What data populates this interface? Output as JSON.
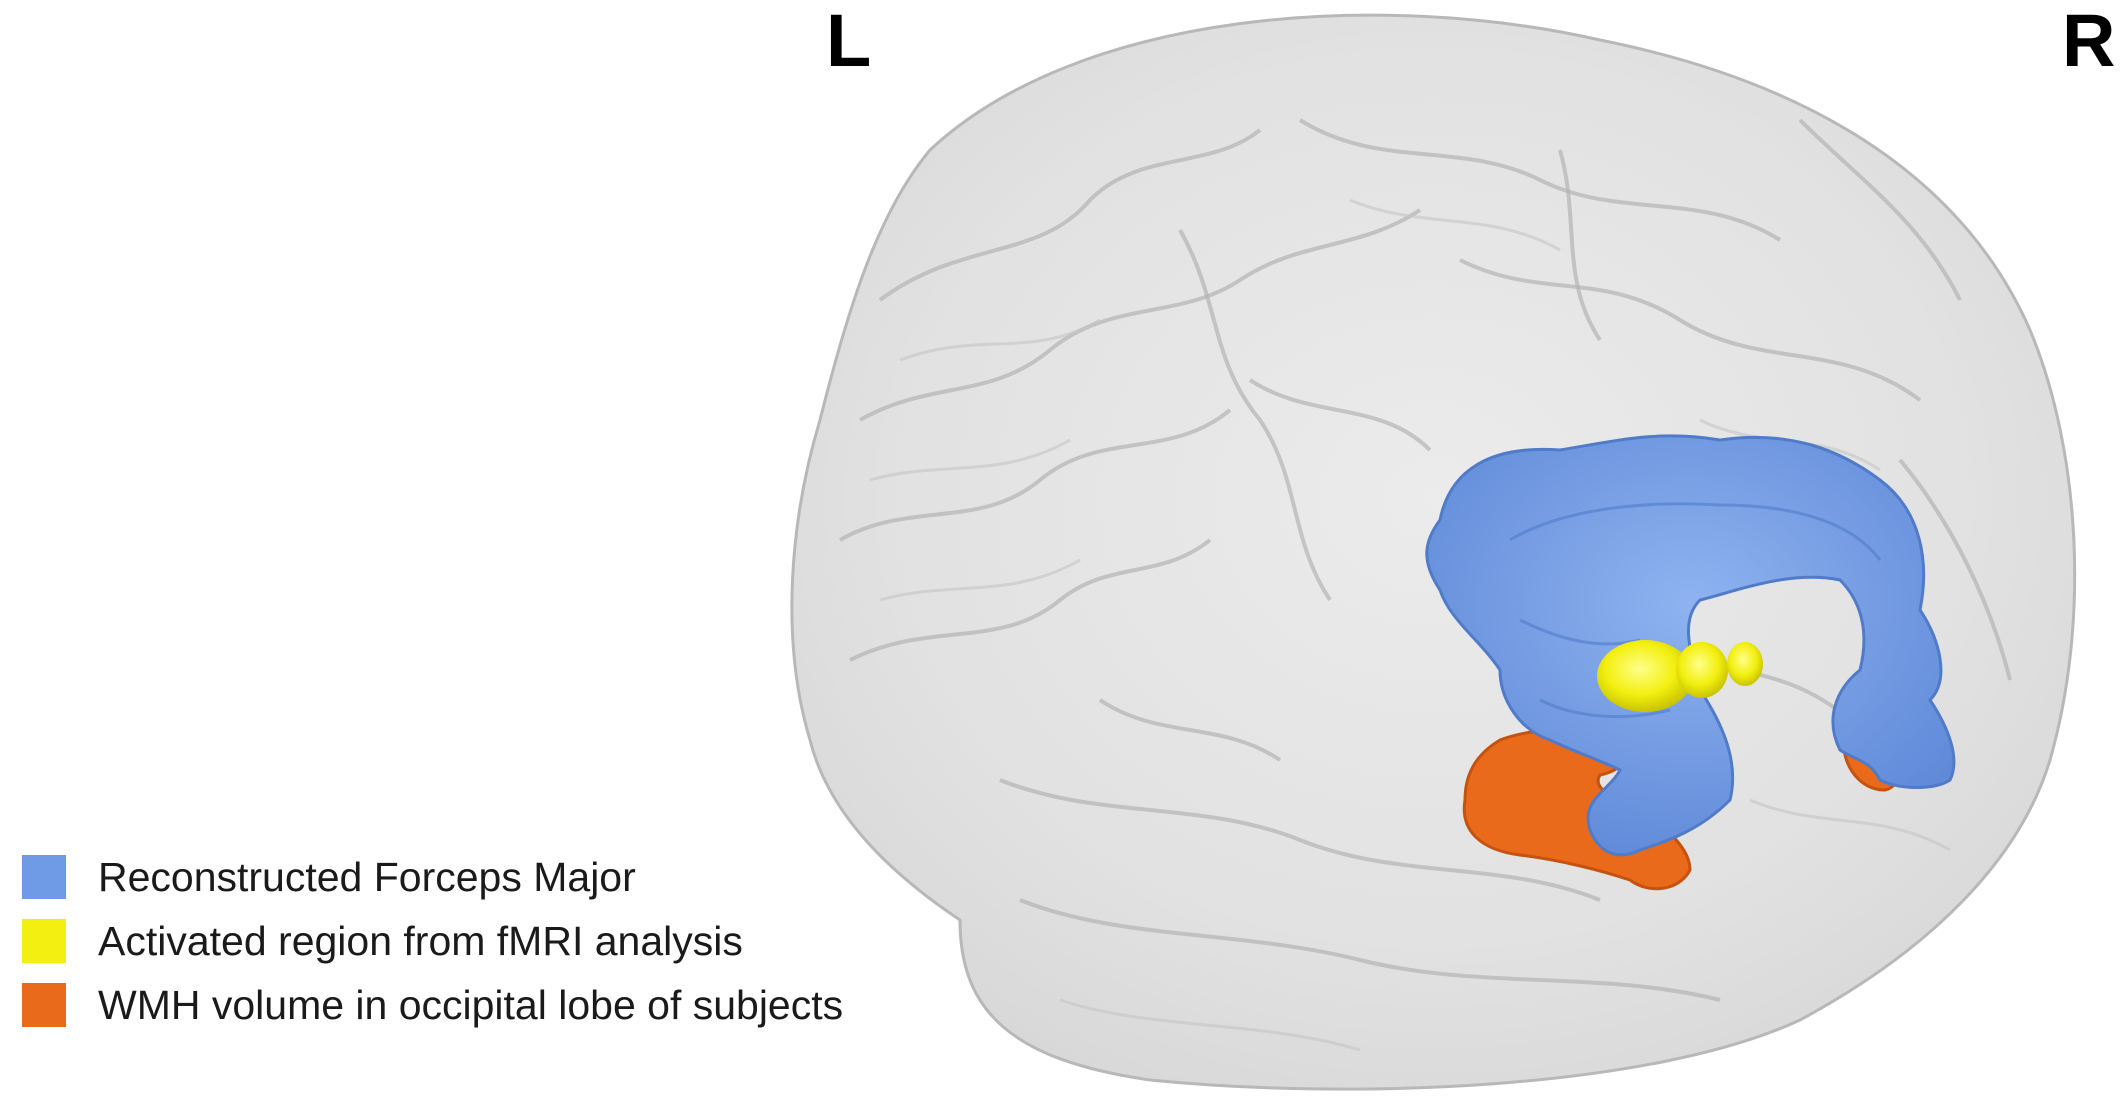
{
  "orientation": {
    "left": "L",
    "right": "R"
  },
  "colors": {
    "brain": "#d2d2d2",
    "forceps_major": "#6f9be6",
    "fmri_activation": "#f3ef10",
    "wmh": "#ea6a1c"
  },
  "legend": {
    "items": [
      {
        "label": "Reconstructed Forceps Major",
        "color": "#6f9be6"
      },
      {
        "label": "Activated region from fMRI analysis",
        "color": "#f3ef10"
      },
      {
        "label": "WMH volume in occipital lobe of subjects",
        "color": "#ea6a1c"
      }
    ]
  }
}
